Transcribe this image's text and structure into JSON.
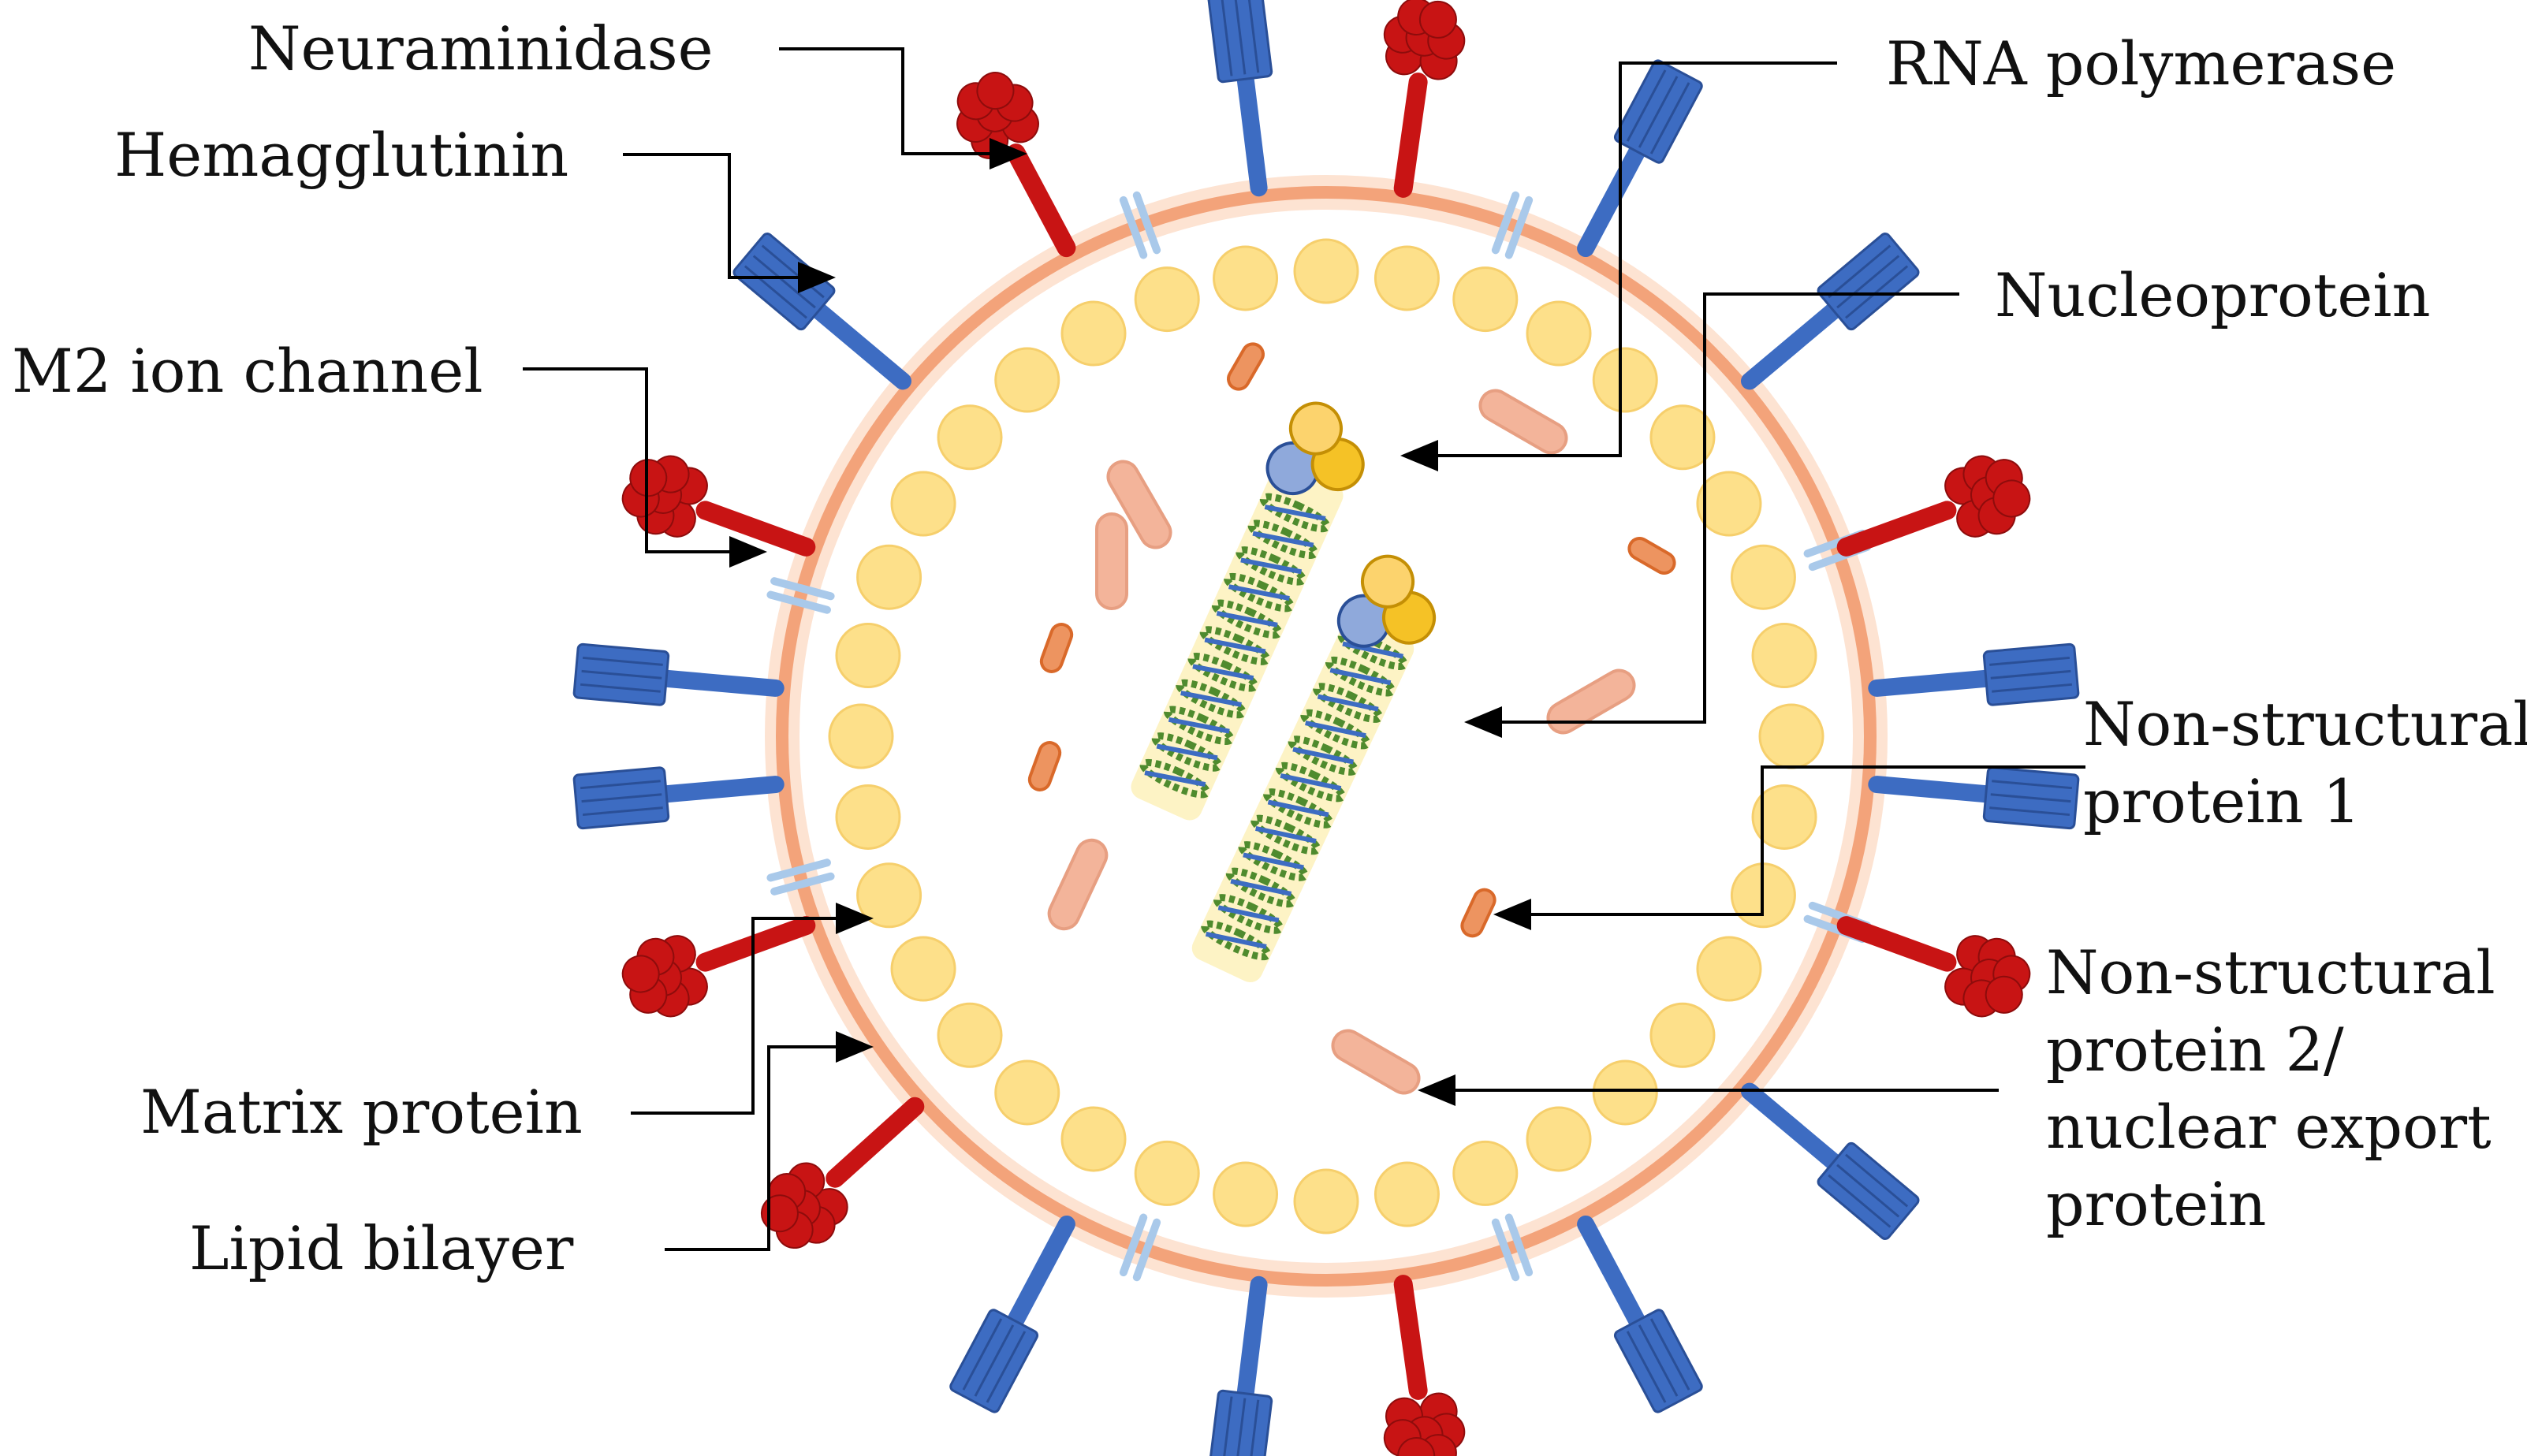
{
  "labels": {
    "neuraminidase": "Neuraminidase",
    "hemagglutinin": "Hemagglutinin",
    "m2_ion_channel": "M2 ion channel",
    "matrix_protein": "Matrix protein",
    "lipid_bilayer": "Lipid bilayer",
    "rna_polymerase": "RNA polymerase",
    "nucleoprotein": "Nucleoprotein",
    "ns1": [
      "Non-structural",
      "protein 1"
    ],
    "ns2": [
      "Non-structural",
      "protein 2/",
      "nuclear export",
      "protein"
    ]
  },
  "colors": {
    "neuraminidase": "#3d6cc2",
    "hemagglutinin": "#c81414",
    "m2_ion_channel": "#a9c9ea",
    "matrix_protein": "#fde08a",
    "lipid_bilayer": "#f3a37a",
    "nucleoprotein": "#4f8b2e",
    "rna_polymerase_pb": "#8fa9db",
    "rna_polymerase_pa": "#f5c226",
    "ns1": "#d9692a",
    "nep": "#f3b49a",
    "leader": "#000000"
  }
}
